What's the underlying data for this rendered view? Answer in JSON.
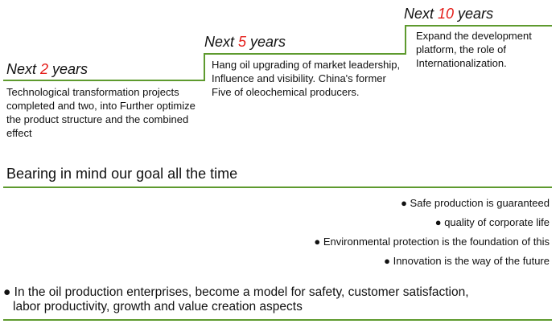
{
  "steps": [
    {
      "prefix": "Next ",
      "number": "2",
      "suffix": " years",
      "text": "Technological transformation projects completed and two, into Further optimize the product structure and the combined effect"
    },
    {
      "prefix": "Next ",
      "number": "5",
      "suffix": " years",
      "text": "Hang oil upgrading of market leadership, Influence and visibility. China's former Five of oleochemical producers."
    },
    {
      "prefix": "Next ",
      "number": "10",
      "suffix": " years",
      "text": "Expand the development platform, the role of Internationalization."
    }
  ],
  "goal": {
    "title": "Bearing in mind our goal all the time",
    "bullets": [
      "● Safe production is guaranteed",
      "● quality of corporate life",
      "● Environmental protection is the foundation of this",
      "● Innovation is the way of the future"
    ],
    "final_line1": "● In the oil production enterprises, become a model for safety, customer satisfaction,",
    "final_line2": "labor productivity, growth and value creation aspects"
  },
  "colors": {
    "line": "#5e9a2e",
    "accent": "#e41b17"
  }
}
